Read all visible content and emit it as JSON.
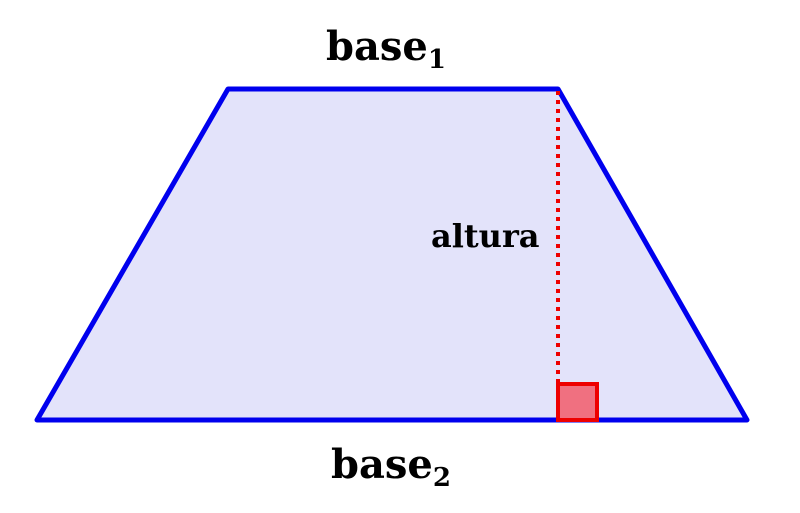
{
  "diagram": {
    "labels": {
      "top_base": "base",
      "top_base_sub": "1",
      "bottom_base": "base",
      "bottom_base_sub": "2",
      "height": "altura"
    },
    "colors": {
      "fill": "#e3e3fa",
      "outline": "#0000ee",
      "height_line": "#ee0000",
      "right_angle_fill": "#f07080",
      "right_angle_stroke": "#ee0000"
    }
  }
}
